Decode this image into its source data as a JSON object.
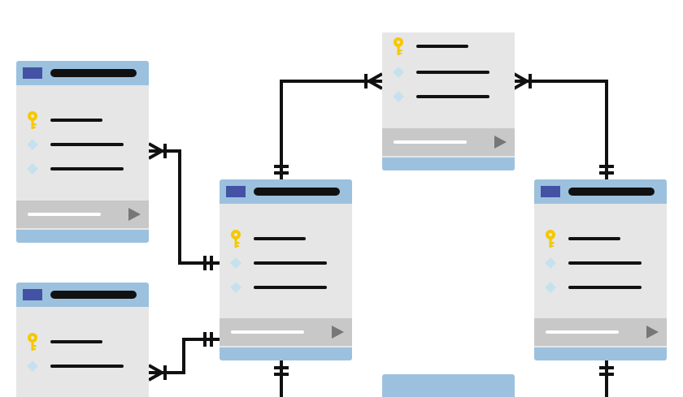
{
  "diagram": {
    "kind": "entity-relationship",
    "colors": {
      "header": "#9cc1de",
      "body": "#e6e6e6",
      "footer": "#c8c8c8",
      "header_swatch": "#4452a4",
      "line": "#111111",
      "key_icon": "#f5c800",
      "diamond_icon": "#c6e1ee",
      "play_icon": "#777777"
    },
    "tables": [
      {
        "id": "t1",
        "rows": [
          "key",
          "diamond",
          "diamond"
        ]
      },
      {
        "id": "t2",
        "rows": [
          "key",
          "diamond"
        ]
      },
      {
        "id": "t3",
        "rows": [
          "key",
          "diamond",
          "diamond"
        ]
      },
      {
        "id": "t4",
        "rows": [
          "key",
          "diamond",
          "diamond"
        ]
      },
      {
        "id": "t5",
        "rows": [
          "key",
          "diamond",
          "diamond"
        ]
      }
    ],
    "relationships": [
      {
        "from": "t1",
        "to": "t3",
        "from_end": "many",
        "to_end": "one"
      },
      {
        "from": "t2",
        "to": "t3",
        "from_end": "many",
        "to_end": "one"
      },
      {
        "from": "t3",
        "to": "t4",
        "from_end": "one",
        "to_end": "many"
      },
      {
        "from": "t5",
        "to": "t4",
        "from_end": "one",
        "to_end": "many"
      }
    ]
  }
}
